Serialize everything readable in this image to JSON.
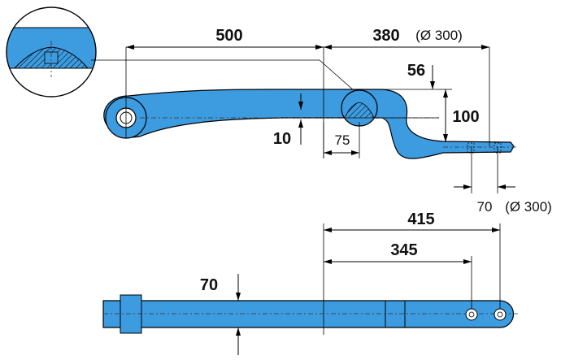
{
  "colors": {
    "part": "#3d9be0",
    "outline": "#000000",
    "hatch": "#000000"
  },
  "side_view": {
    "dim_length_front": "500",
    "dim_length_rear": "380",
    "dim_rear_diameter": "(Ø 300)",
    "dim_offset_top": "56",
    "dim_drop": "100",
    "dim_thickness": "10",
    "dim_axle_seat": "75",
    "dim_tip": "70",
    "dim_tip_diameter": "(Ø 300)"
  },
  "top_view": {
    "dim_total": "415",
    "dim_holes": "345",
    "dim_width": "70"
  },
  "detail_inset": {
    "icon": "section-detail-icon"
  }
}
